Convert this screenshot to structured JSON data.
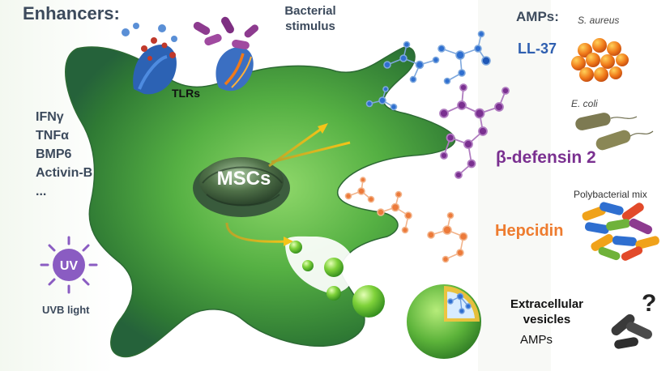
{
  "enhancers": {
    "title": "Enhancers:",
    "items": [
      "IFNγ",
      "TNFα",
      "BMP6",
      "Activin-B",
      "..."
    ],
    "uv_badge": "UV",
    "uv_label": "UVB light"
  },
  "bacterial_stimulus": "Bacterial stimulus",
  "tlrs": "TLRs",
  "cell": {
    "label": "MSCs"
  },
  "amps": {
    "header": "AMPs:",
    "ll37": "LL-37",
    "beta_defensin": "β-defensin 2",
    "hepcidin": "Hepcidin"
  },
  "bacteria": {
    "s_aureus": "S. aureus",
    "e_coli": "E. coli",
    "polybacterial": "Polybacterial mix",
    "unknown": "?"
  },
  "extracellular_vesicles": {
    "title": "Extracellular vesicles",
    "subtitle": "AMPs"
  },
  "colors": {
    "cell_green": "#3f9a3f",
    "ll37_blue": "#2f5fb0",
    "defensin_purple": "#7a3090",
    "hepcidin_orange": "#ee7c2f",
    "uv_purple": "#8a5cc2",
    "text_dark": "#3c4a5c"
  },
  "icons": [
    "uv-sun-icon",
    "tlr-receptor-icon",
    "molecule-icon",
    "bacteria-icon",
    "vesicle-icon",
    "question-mark-icon"
  ]
}
